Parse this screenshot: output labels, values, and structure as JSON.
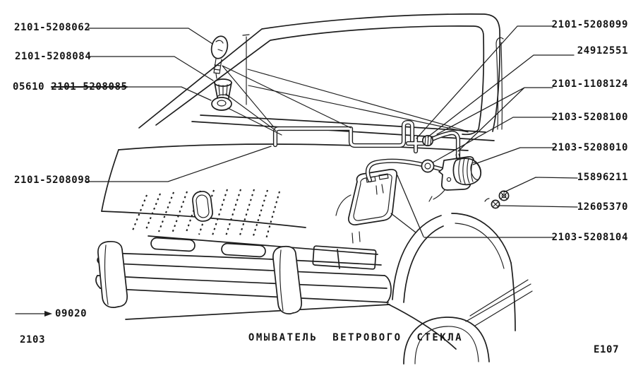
{
  "page_number": "2103",
  "figure_ref": "E107",
  "caption": "ОМЫВАТЕЛЬ ВЕТРОВОГО СТЕКЛА",
  "direction_marker": "09020",
  "colors": {
    "ink": "#1b1b1b",
    "paper": "#ffffff"
  },
  "parts": {
    "left": [
      {
        "number": "2101-5208062"
      },
      {
        "number": "2101-5208084"
      },
      {
        "prefix": "05610",
        "number": "2101-5208085",
        "strikethrough": true
      },
      {
        "number": "2101-5208098"
      }
    ],
    "right": [
      {
        "number": "2101-5208099"
      },
      {
        "number": "24912551"
      },
      {
        "number": "2101-1108124"
      },
      {
        "number": "2103-5208100"
      },
      {
        "number": "2103-5208010"
      },
      {
        "number": "15896211"
      },
      {
        "number": "12605370"
      },
      {
        "number": "2103-5208104"
      }
    ]
  }
}
